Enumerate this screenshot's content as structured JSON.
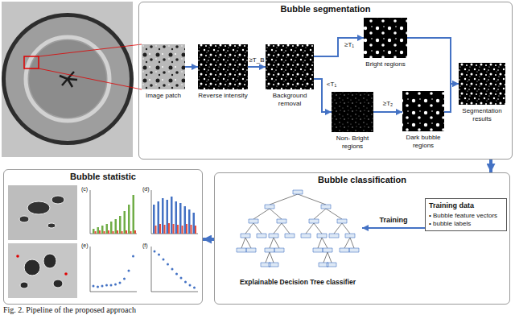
{
  "diagram": {
    "caption": "Fig. 2. Pipeline of the proposed approach",
    "nodes": [
      {
        "text": [
          "Bubble segmentation"
        ]
      },
      {
        "text": [
          "Image patch"
        ],
        "in": 0
      },
      {
        "text": [
          "Reverse intensity"
        ],
        "in": 0
      },
      {
        "text": [
          "Background removal"
        ],
        "in": 0
      },
      {
        "text": [
          "Bright regions"
        ],
        "in": 0
      },
      {
        "text": [
          "Non- Bright regions"
        ],
        "in": 0
      },
      {
        "text": [
          "Dark bubble regions"
        ],
        "in": 0
      },
      {
        "text": [
          "Segmentation results"
        ],
        "in": 0
      },
      {
        "text": [
          "Bubble classification"
        ]
      },
      {
        "text": [
          "Explainable Decision Tree classifier"
        ],
        "in": 8
      },
      {
        "text": [
          "Training data",
          "• Bubble feature vectors",
          "• bubble labels"
        ],
        "in": 8
      },
      {
        "text": [
          "Bubble statistic"
        ]
      }
    ],
    "edges": [
      {
        "from": 1,
        "to": 2,
        "arrow": "to"
      },
      {
        "from": 2,
        "to": 3,
        "arrow": "to",
        "label": "≥T_B"
      },
      {
        "from": 3,
        "to": 4,
        "arrow": "to",
        "label": "≥T₁"
      },
      {
        "from": 3,
        "to": 5,
        "arrow": "to",
        "label": "<T₁"
      },
      {
        "from": 5,
        "to": 6,
        "arrow": "to",
        "label": "≥T₂"
      },
      {
        "from": 4,
        "to": 7,
        "arrow": "to"
      },
      {
        "from": 6,
        "to": 7,
        "arrow": "to"
      },
      {
        "from": 0,
        "to": 8,
        "arrow": "to"
      },
      {
        "from": 10,
        "to": 9,
        "arrow": "to",
        "label": "Training"
      },
      {
        "from": 8,
        "to": 11,
        "arrow": "to"
      }
    ],
    "labels": [
      "(c)",
      "(d)",
      "(e)",
      "(f)"
    ]
  }
}
